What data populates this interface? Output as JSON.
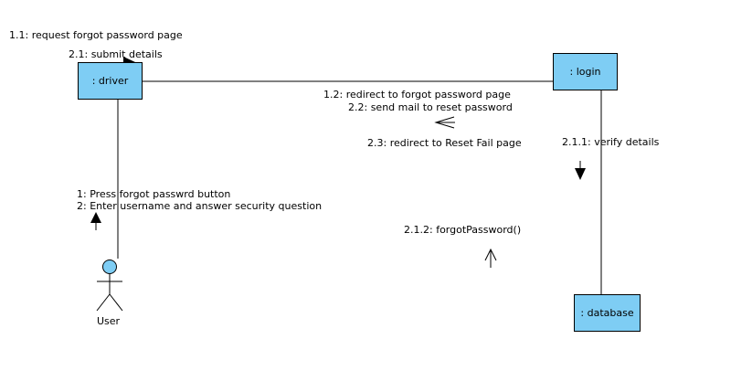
{
  "objects": {
    "driver": ": driver",
    "login": ": login",
    "database": ": database"
  },
  "actor": {
    "name": "User"
  },
  "messages": {
    "m_1_1": "1.1: request forgot password page",
    "m_2_1": "2.1: submit details",
    "m_1_2": "1.2: redirect to forgot password page",
    "m_2_2": "2.2: send mail to reset password",
    "m_2_3": "2.3: redirect to Reset Fail page",
    "m_2_1_1": "2.1.1: verify details",
    "m_1": "1: Press forgot passwrd button",
    "m_2": "2: Enter username and answer security question",
    "m_2_1_2": "2.1.2: forgotPassword()"
  },
  "colors": {
    "object_fill": "#7ecdf4",
    "line": "#000000"
  }
}
